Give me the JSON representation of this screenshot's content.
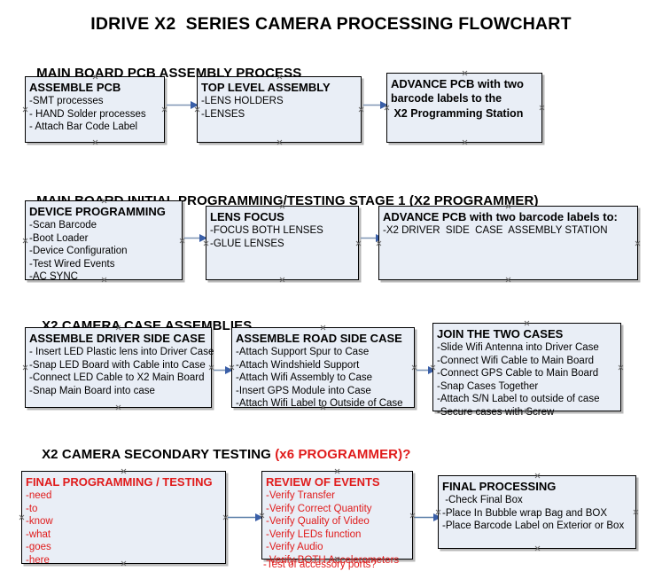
{
  "document": {
    "title": "IDRIVE X2  SERIES CAMERA PROCESSING FLOWCHART"
  },
  "colors": {
    "box_fill": "#e9eef6",
    "box_border": "#000000",
    "accent_red": "#e01b1b",
    "connector": "#7f96b5",
    "arrowhead": "#3a5fa8",
    "text": "#000000"
  },
  "sections": [
    {
      "id": "pcb-assembly",
      "heading": "MAIN BOARD PCB ASSEMBLY PROCESS",
      "heading_accent": "",
      "boxes": [
        {
          "id": "assemble-pcb",
          "title": "ASSEMBLE PCB",
          "lines": [
            "-SMT processes",
            "- HAND Solder processes",
            "- Attach Bar Code Label"
          ]
        },
        {
          "id": "top-level-assembly",
          "title": "TOP LEVEL ASSEMBLY",
          "lines": [
            "-LENS HOLDERS",
            "-LENSES"
          ]
        },
        {
          "id": "advance-pcb-programming-station",
          "title": "ADVANCE PCB with two",
          "lines": [
            "barcode labels to the",
            " X2 Programming Station"
          ]
        }
      ]
    },
    {
      "id": "initial-programming",
      "heading": "MAIN BOARD INITIAL PROGRAMMING/TESTING STAGE 1 (X2 PROGRAMMER)",
      "heading_accent": "",
      "boxes": [
        {
          "id": "device-programming",
          "title": "DEVICE PROGRAMMING",
          "lines": [
            "-Scan Barcode",
            "-Boot Loader",
            "-Device Configuration",
            "-Test Wired Events",
            "-AC SYNC"
          ]
        },
        {
          "id": "lens-focus",
          "title": "LENS FOCUS",
          "lines": [
            "-FOCUS BOTH LENSES",
            "-GLUE LENSES"
          ]
        },
        {
          "id": "advance-pcb-driver-side-station",
          "title": "ADVANCE PCB with two barcode labels to:",
          "lines": [
            "-X2 DRIVER  SIDE  CASE  ASSEMBLY STATION"
          ]
        }
      ]
    },
    {
      "id": "case-assemblies",
      "heading": "X2 CAMERA CASE ASSEMBLIES",
      "heading_accent": "",
      "boxes": [
        {
          "id": "assemble-driver-side-case",
          "title": "ASSEMBLE DRIVER SIDE CASE",
          "lines": [
            "- Insert LED Plastic lens into Driver Case",
            "-Snap LED Board with Cable into Case",
            "-Connect LED Cable to X2 Main Board",
            "-Snap Main Board into case"
          ]
        },
        {
          "id": "assemble-road-side-case",
          "title": "ASSEMBLE ROAD SIDE CASE",
          "lines": [
            "-Attach Support Spur to Case",
            "-Attach Windshield Support",
            "-Attach Wifi Assembly to Case",
            "-Insert GPS Module into Case",
            "-Attach Wifi Label to Outside of Case"
          ]
        },
        {
          "id": "join-the-two-cases",
          "title": "JOIN THE TWO CASES",
          "lines": [
            "-Slide Wifi Antenna into Driver Case",
            "-Connect Wifi Cable to Main Board",
            "-Connect GPS Cable to Main Board",
            "-Snap Cases Together",
            "-Attach S/N Label to outside of case",
            "-Secure cases with Screw"
          ]
        }
      ]
    },
    {
      "id": "secondary-testing",
      "heading": "X2 CAMERA SECONDARY TESTING ",
      "heading_accent": "(x6 PROGRAMMER)?",
      "boxes": [
        {
          "id": "final-programming-testing",
          "title": "FINAL PROGRAMMING / TESTING",
          "lines": [
            "-need",
            "-to",
            "-know",
            "-what",
            "-goes",
            "-here"
          ]
        },
        {
          "id": "review-of-events",
          "title": "REVIEW OF EVENTS",
          "lines": [
            "-Verify Transfer",
            "-Verify Correct Quantity",
            "-Verify Quality of Video",
            "-Verify LEDs function",
            "-Verify Audio",
            "-Verify BOTH Accelerometers"
          ],
          "overflow_line": "-Test of accessory ports?"
        },
        {
          "id": "final-processing",
          "title": "FINAL PROCESSING",
          "lines": [
            " -Check Final Box",
            "-Place In Bubble wrap Bag and BOX",
            "-Place Barcode Label on Exterior or Box"
          ]
        }
      ]
    }
  ]
}
